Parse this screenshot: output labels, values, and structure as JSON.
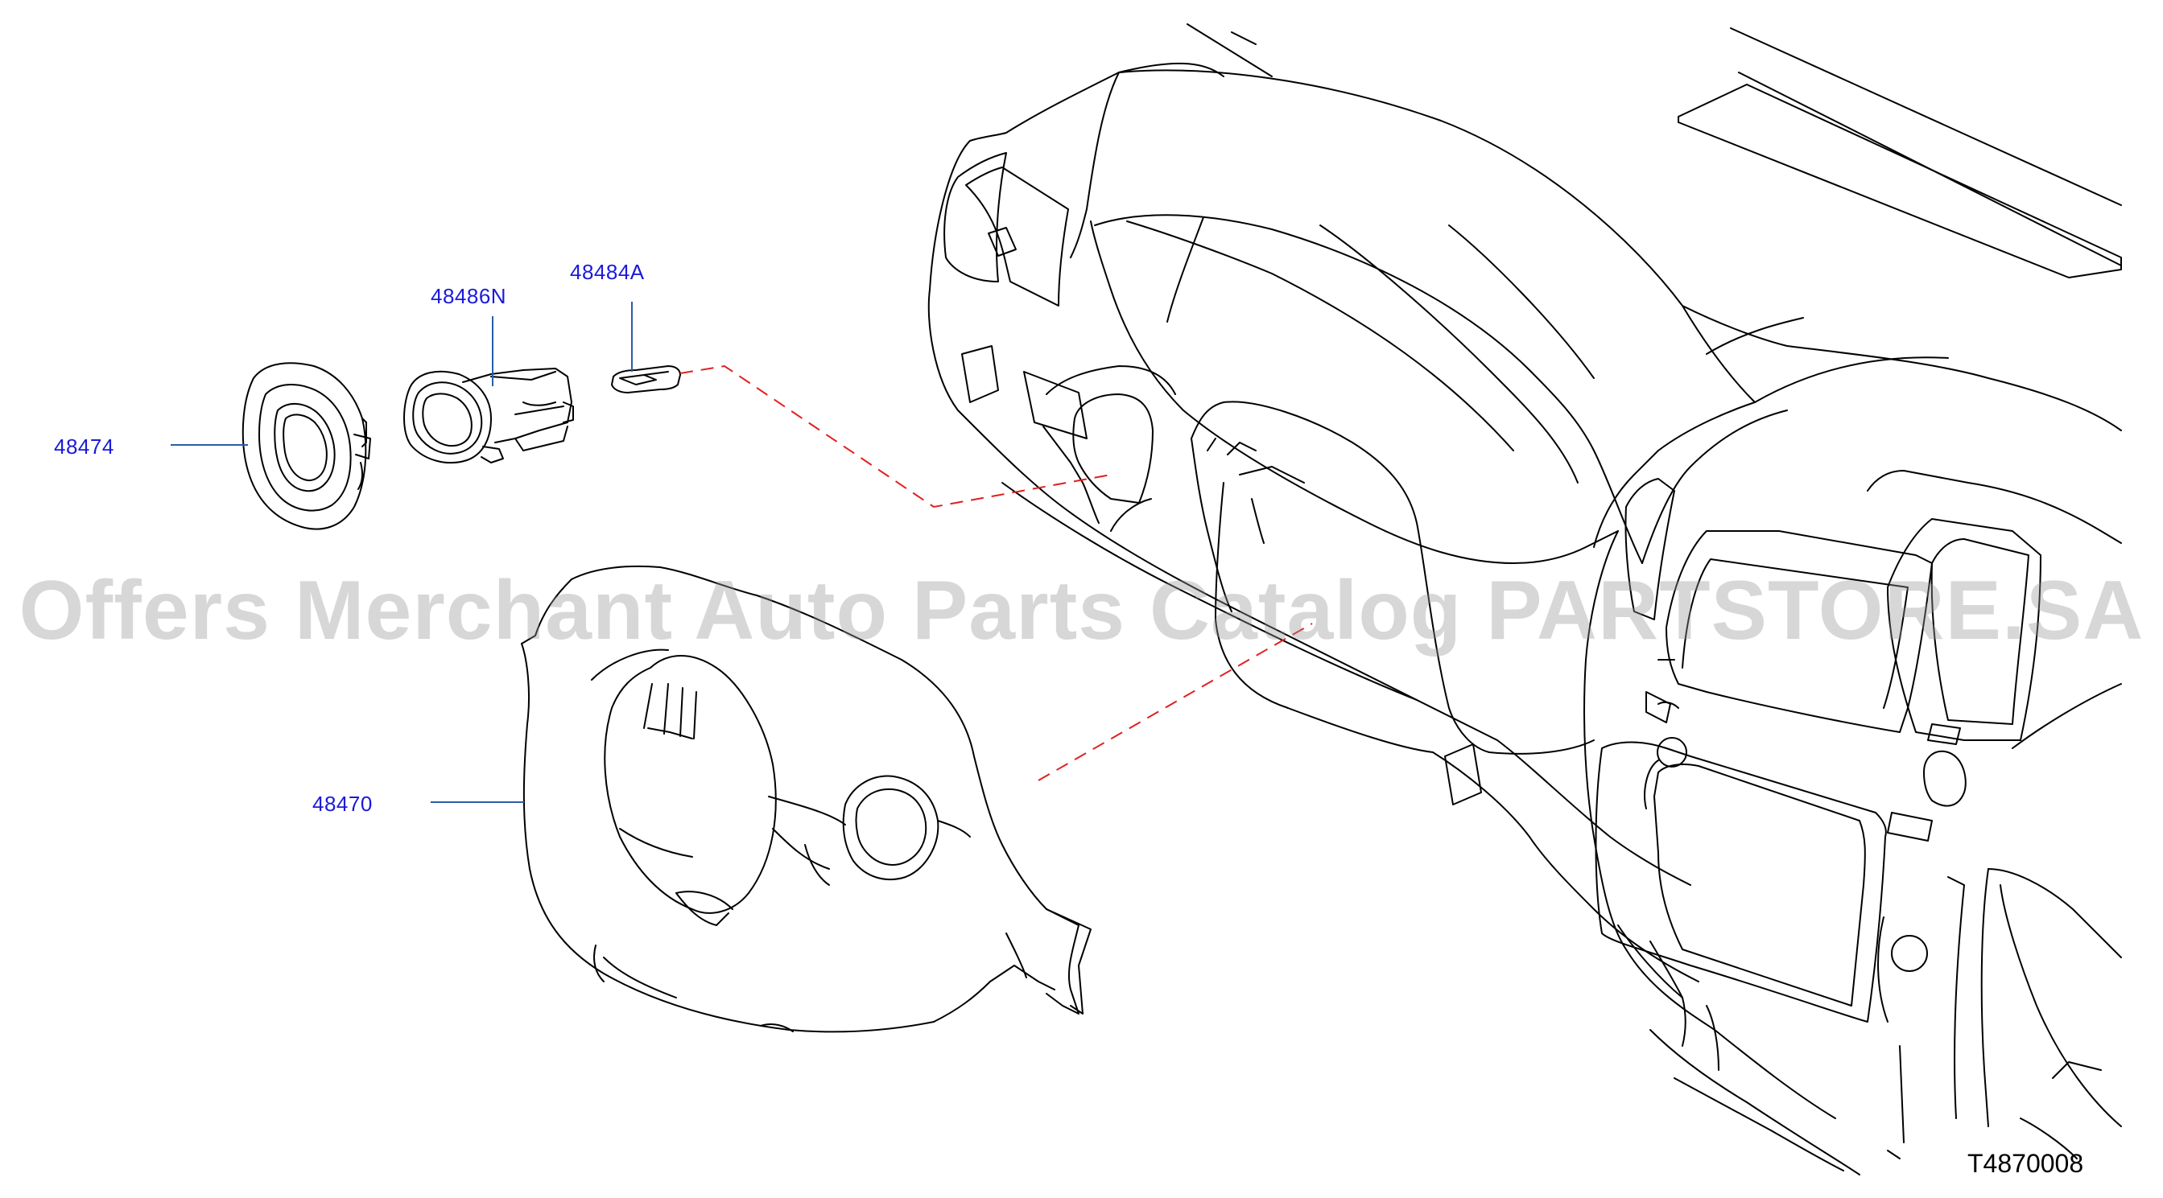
{
  "callouts": [
    {
      "id": "48474",
      "label": "48474"
    },
    {
      "id": "48486N",
      "label": "48486N"
    },
    {
      "id": "48484A",
      "label": "48484A"
    },
    {
      "id": "48470",
      "label": "48470"
    }
  ],
  "diagram_code": "T4870008",
  "watermark": "Offers Merchant Auto Parts Catalog PARTSTORE.SA",
  "colors": {
    "callout_text": "#1a1adb",
    "leader": "#2a5ea8",
    "phantom": "#e02020",
    "line": "#000000"
  }
}
